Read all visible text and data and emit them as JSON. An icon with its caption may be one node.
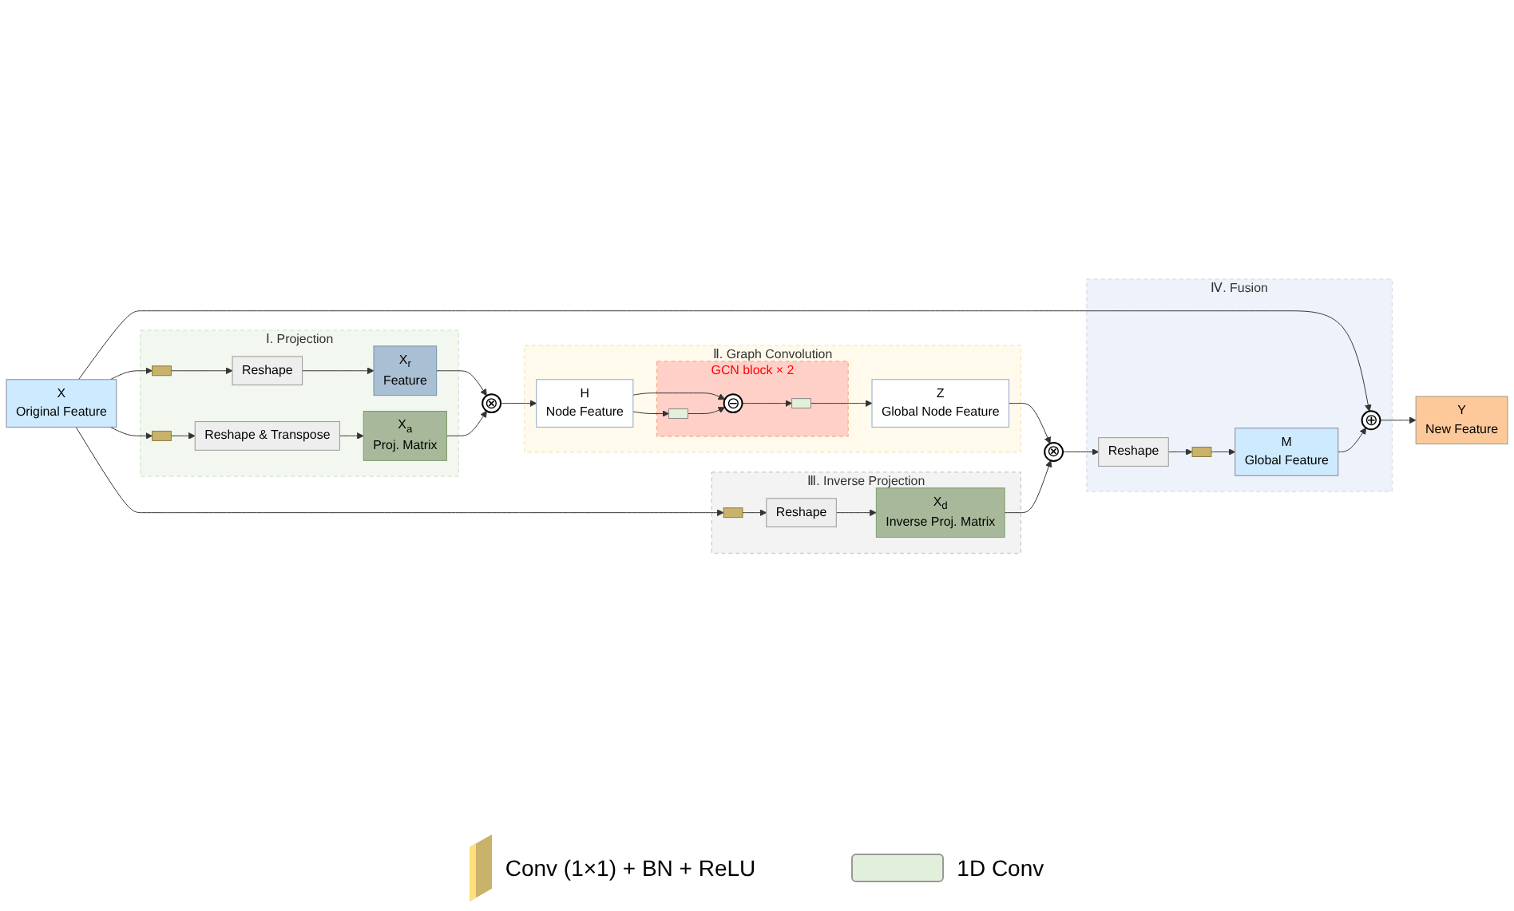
{
  "diagram": {
    "nodes": [
      {
        "text": [
          "X",
          "Original Feature"
        ]
      },
      {
        "text": [
          "Ⅰ. Projection"
        ]
      },
      {
        "text": [],
        "shape": "bar",
        "in": 1
      },
      {
        "text": [
          "Reshape"
        ],
        "in": 1
      },
      {
        "text": [
          "X$_{r}$",
          "Feature"
        ],
        "in": 1
      },
      {
        "text": [],
        "shape": "bar",
        "in": 1
      },
      {
        "text": [
          "Reshape & Transpose"
        ],
        "in": 1
      },
      {
        "text": [
          "X$_{a}$",
          "Proj. Matrix"
        ],
        "in": 1
      },
      {
        "text": [
          "⊗"
        ]
      },
      {
        "text": [
          "Ⅱ. Graph Convolution"
        ]
      },
      {
        "text": [
          "H",
          "Node Feature"
        ],
        "in": 9
      },
      {
        "text": [
          "GCN block × 2"
        ],
        "in": 9
      },
      {
        "text": [],
        "shape": "box",
        "in": 11
      },
      {
        "text": [
          "⊖"
        ],
        "in": 11
      },
      {
        "text": [],
        "shape": "box",
        "in": 11
      },
      {
        "text": [
          "Z",
          "Global Node Feature"
        ],
        "in": 9
      },
      {
        "text": [
          "Ⅲ. Inverse Projection"
        ]
      },
      {
        "text": [],
        "shape": "bar",
        "in": 16
      },
      {
        "text": [
          "Reshape"
        ],
        "in": 16
      },
      {
        "text": [
          "X$_{d}$",
          "Inverse Proj. Matrix"
        ],
        "in": 16
      },
      {
        "text": [
          "⊗"
        ]
      },
      {
        "text": [
          "Ⅳ. Fusion"
        ]
      },
      {
        "text": [
          "Reshape"
        ],
        "in": 21
      },
      {
        "text": [],
        "shape": "bar",
        "in": 21
      },
      {
        "text": [
          "M",
          "Global Feature"
        ],
        "in": 21
      },
      {
        "text": [
          "⊕"
        ],
        "in": 21
      },
      {
        "text": [
          "Y",
          "New Feature"
        ]
      }
    ],
    "edges": [
      {
        "from": 0,
        "to": 2,
        "arrow": "to"
      },
      {
        "from": 0,
        "to": 5,
        "arrow": "to"
      },
      {
        "from": 0,
        "to": 17,
        "arrow": "to"
      },
      {
        "from": 0,
        "to": 25,
        "arrow": "to"
      },
      {
        "from": 2,
        "to": 3,
        "arrow": "to"
      },
      {
        "from": 3,
        "to": 4,
        "arrow": "to"
      },
      {
        "from": 4,
        "to": 8,
        "arrow": "to"
      },
      {
        "from": 5,
        "to": 6,
        "arrow": "to"
      },
      {
        "from": 6,
        "to": 7,
        "arrow": "to"
      },
      {
        "from": 7,
        "to": 8,
        "arrow": "to"
      },
      {
        "from": 8,
        "to": 10,
        "arrow": "to"
      },
      {
        "from": 10,
        "to": 12,
        "arrow": "to"
      },
      {
        "from": 10,
        "to": 13,
        "arrow": "to"
      },
      {
        "from": 12,
        "to": 13,
        "arrow": "to"
      },
      {
        "from": 13,
        "to": 14,
        "arrow": "to"
      },
      {
        "from": 14,
        "to": 15,
        "arrow": "to"
      },
      {
        "from": 15,
        "to": 20,
        "arrow": "to"
      },
      {
        "from": 17,
        "to": 18,
        "arrow": "to"
      },
      {
        "from": 18,
        "to": 19,
        "arrow": "to"
      },
      {
        "from": 19,
        "to": 20,
        "arrow": "to"
      },
      {
        "from": 20,
        "to": 22,
        "arrow": "to"
      },
      {
        "from": 22,
        "to": 23,
        "arrow": "to"
      },
      {
        "from": 23,
        "to": 24,
        "arrow": "to"
      },
      {
        "from": 24,
        "to": 25,
        "arrow": "to"
      },
      {
        "from": 25,
        "to": 26,
        "arrow": "to"
      }
    ],
    "legend": [
      {
        "text": "Conv (1×1) + BN + ReLU"
      },
      {
        "text": "1D Conv",
        "color": "#e2efda"
      }
    ]
  }
}
